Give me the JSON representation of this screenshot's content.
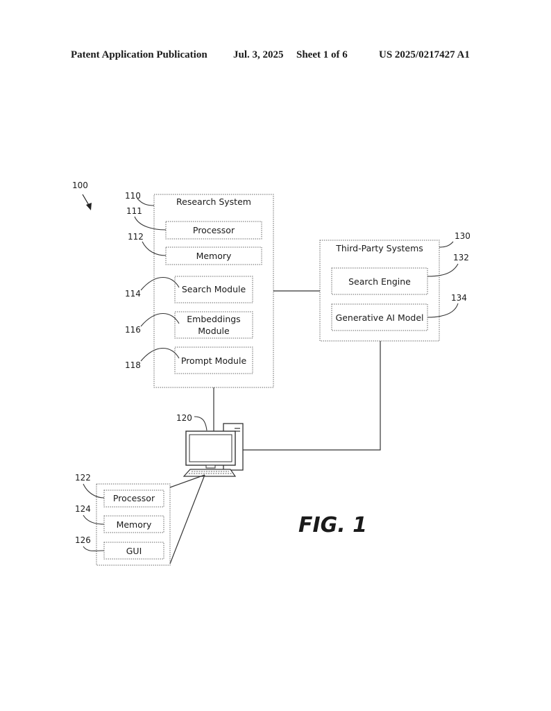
{
  "header": {
    "publication": "Patent Application Publication",
    "date": "Jul. 3, 2025",
    "sheet": "Sheet 1 of 6",
    "number": "US 2025/0217427 A1"
  },
  "figure": {
    "overall_ref": "100",
    "caption": "FIG. 1"
  },
  "research_system": {
    "ref": "110",
    "title": "Research System",
    "processor": {
      "ref": "111",
      "label": "Processor"
    },
    "memory": {
      "ref": "112",
      "label": "Memory"
    },
    "search_module": {
      "ref": "114",
      "label": "Search Module"
    },
    "embeddings_module": {
      "ref": "116",
      "label_line1": "Embeddings",
      "label_line2": "Module"
    },
    "prompt_module": {
      "ref": "118",
      "label": "Prompt Module"
    }
  },
  "third_party": {
    "ref": "130",
    "title": "Third-Party Systems",
    "search_engine": {
      "ref": "132",
      "label": "Search Engine"
    },
    "gen_ai": {
      "ref": "134",
      "label": "Generative AI Model"
    }
  },
  "user_device": {
    "ref": "120",
    "processor": {
      "ref": "122",
      "label": "Processor"
    },
    "memory": {
      "ref": "124",
      "label": "Memory"
    },
    "gui": {
      "ref": "126",
      "label": "GUI"
    }
  },
  "colors": {
    "line": "#333333",
    "box": "#666666",
    "text": "#1a1a1a"
  }
}
